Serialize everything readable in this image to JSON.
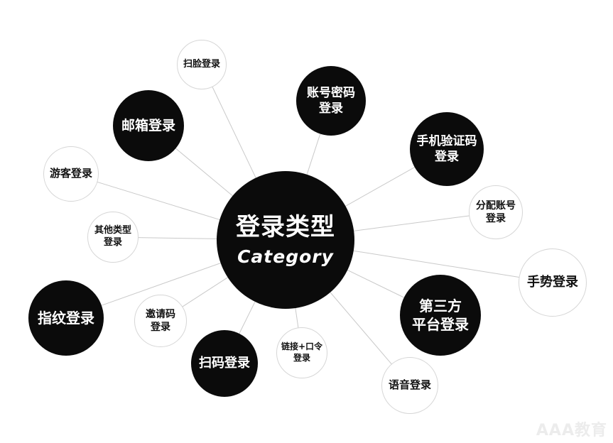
{
  "center": {
    "title": "登录类型",
    "subtitle": "Category"
  },
  "nodes": [
    {
      "id": "face-scan",
      "lines": [
        "扫脸登录"
      ],
      "style": "light"
    },
    {
      "id": "account-password",
      "lines": [
        "账号密码",
        "登录"
      ],
      "style": "dark"
    },
    {
      "id": "email",
      "lines": [
        "邮箱登录"
      ],
      "style": "dark"
    },
    {
      "id": "phone-code",
      "lines": [
        "手机验证码",
        "登录"
      ],
      "style": "dark"
    },
    {
      "id": "guest",
      "lines": [
        "游客登录"
      ],
      "style": "light"
    },
    {
      "id": "assigned-account",
      "lines": [
        "分配账号",
        "登录"
      ],
      "style": "light"
    },
    {
      "id": "other-types",
      "lines": [
        "其他类型",
        "登录"
      ],
      "style": "light"
    },
    {
      "id": "gesture",
      "lines": [
        "手势登录"
      ],
      "style": "light"
    },
    {
      "id": "fingerprint",
      "lines": [
        "指纹登录"
      ],
      "style": "dark"
    },
    {
      "id": "invite-code",
      "lines": [
        "邀请码",
        "登录"
      ],
      "style": "light"
    },
    {
      "id": "third-party",
      "lines": [
        "第三方",
        "平台登录"
      ],
      "style": "dark"
    },
    {
      "id": "qr-code",
      "lines": [
        "扫码登录"
      ],
      "style": "dark"
    },
    {
      "id": "link-password",
      "lines": [
        "链接+口令",
        "登录"
      ],
      "style": "light"
    },
    {
      "id": "voice",
      "lines": [
        "语音登录"
      ],
      "style": "light"
    }
  ],
  "watermark": "AAA教育"
}
